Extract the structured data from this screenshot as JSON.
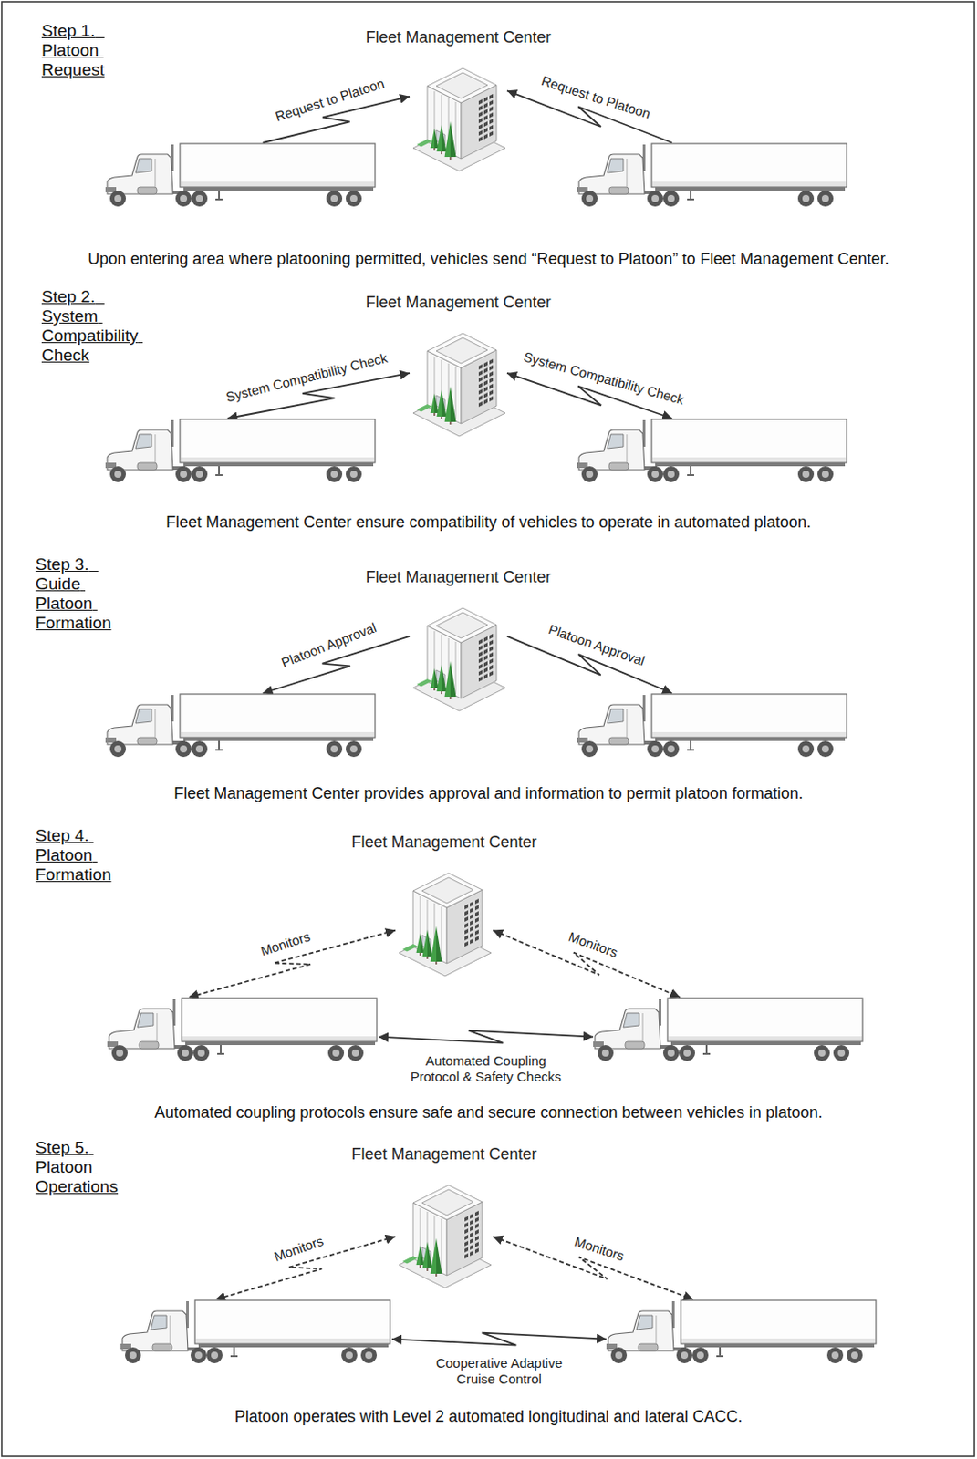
{
  "diagram": {
    "nodes": [
      {
        "text": [
          "Fleet Management Center"
        ]
      },
      {
        "text": []
      },
      {
        "text": []
      },
      {
        "text": [
          "Fleet Management Center"
        ]
      },
      {
        "text": []
      },
      {
        "text": []
      },
      {
        "text": [
          "Fleet Management Center"
        ]
      },
      {
        "text": []
      },
      {
        "text": []
      },
      {
        "text": [
          "Fleet Management Center"
        ]
      },
      {
        "text": []
      },
      {
        "text": []
      },
      {
        "text": [
          "Fleet Management Center"
        ]
      },
      {
        "text": []
      },
      {
        "text": []
      }
    ],
    "edges": [
      {
        "from": 1,
        "to": 0,
        "label": "Request to Platoon",
        "arrow": "to"
      },
      {
        "from": 2,
        "to": 0,
        "label": "Request to Platoon",
        "arrow": "to"
      },
      {
        "from": 4,
        "to": 3,
        "label": "System Compatibility Check",
        "arrow": "both"
      },
      {
        "from": 5,
        "to": 3,
        "label": "System Compatibility Check",
        "arrow": "both"
      },
      {
        "from": 6,
        "to": 7,
        "label": "Platoon Approval",
        "arrow": "to"
      },
      {
        "from": 6,
        "to": 8,
        "label": "Platoon Approval",
        "arrow": "to"
      },
      {
        "from": 9,
        "to": 10,
        "label": "Monitors",
        "arrow": "both"
      },
      {
        "from": 9,
        "to": 11,
        "label": "Monitors",
        "arrow": "both"
      },
      {
        "from": 10,
        "to": 11,
        "label": "Automated Coupling Protocol & Safety Checks",
        "arrow": "both"
      },
      {
        "from": 12,
        "to": 13,
        "label": "Monitors",
        "arrow": "both"
      },
      {
        "from": 12,
        "to": 14,
        "label": "Monitors",
        "arrow": "both"
      },
      {
        "from": 13,
        "to": 14,
        "label": "Cooperative Adaptive Cruise Control",
        "arrow": "both"
      }
    ],
    "labels": [
      "Step 1.  Platoon Request",
      "Upon entering area where platooning permitted, vehicles send “Request to Platoon” to Fleet Management Center.",
      "Step 2.  System Compatibility Check",
      "Fleet Management Center ensure compatibility of vehicles to operate in automated platoon.",
      "Step 3.  Guide Platoon Formation",
      "Fleet Management Center provides approval and information to permit platoon formation.",
      "Step 4. Platoon Formation",
      "Automated coupling protocols ensure safe and secure connection between vehicles in platoon.",
      "Step 5. Platoon Operations",
      "Platoon operates with Level 2 automated longitudinal and lateral CACC."
    ]
  }
}
